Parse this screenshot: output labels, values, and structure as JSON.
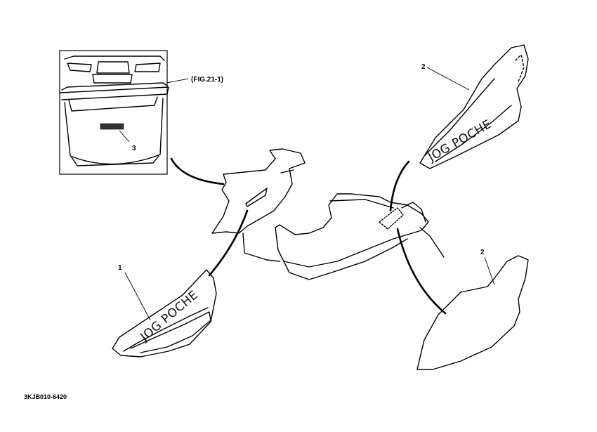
{
  "figure_ref": "(FIG.21-1)",
  "callouts": {
    "one": "1",
    "two_top": "2",
    "two_bottom": "2",
    "three": "3"
  },
  "sticker_text_left": "JOG POCHE",
  "sticker_text_right": "JOG POCHE",
  "part_code": "3KJB010-6420"
}
